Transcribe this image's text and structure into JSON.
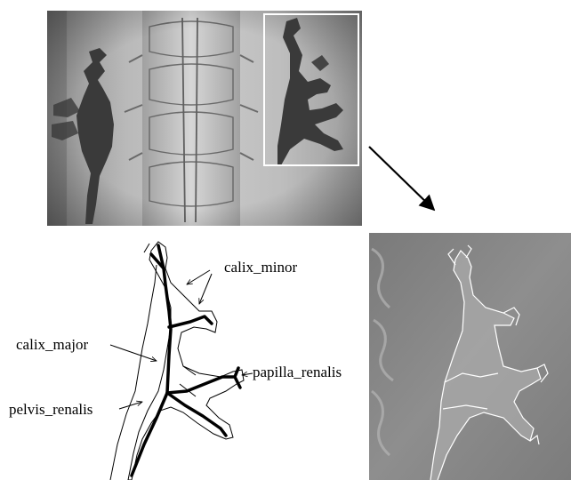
{
  "labels": {
    "calix_minor": "calix_minor",
    "calix_major": "calix_major",
    "papilla_renalis": "papilla_renalis",
    "pelvis_renalis": "pelvis_renalis"
  },
  "colors": {
    "background": "#ffffff",
    "ink": "#000000",
    "box_outline": "#ffffff",
    "overlay_outline": "#ffffff",
    "contrast_fill": "#3a3a3a"
  }
}
